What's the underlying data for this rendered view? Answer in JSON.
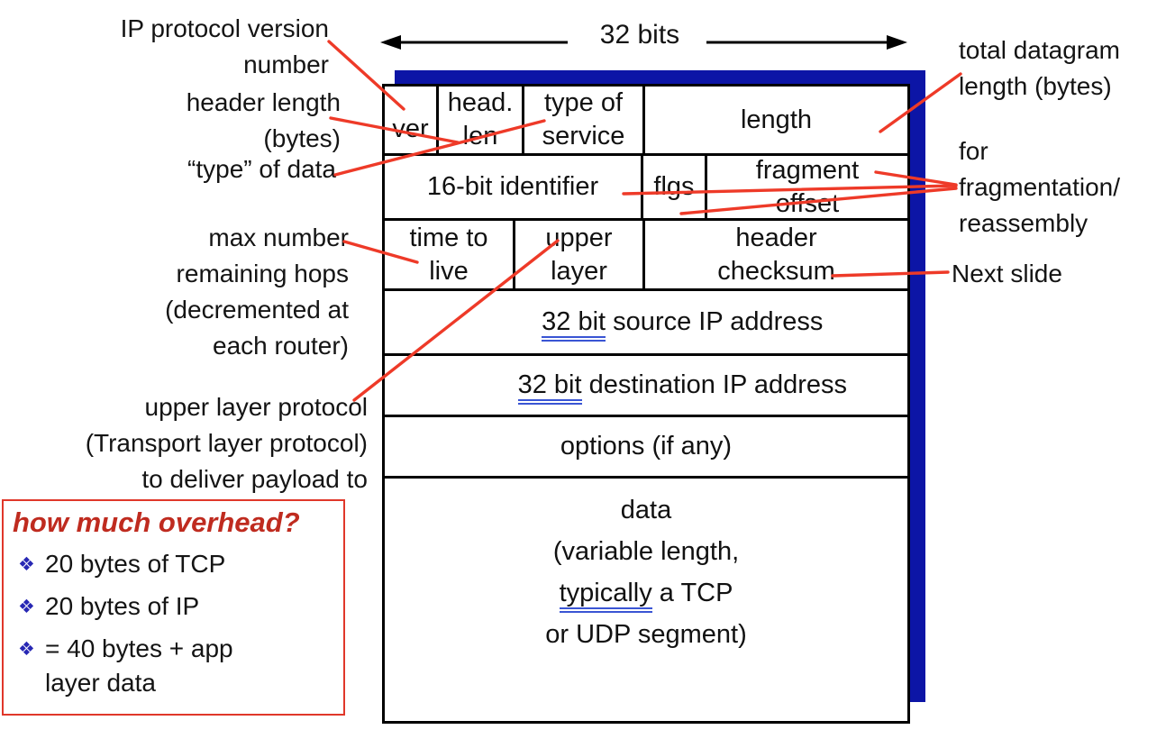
{
  "slide": {
    "top_caption": "32 bits",
    "annotations_left": {
      "version": "IP protocol version\nnumber",
      "header_length": "header length\n(bytes)",
      "type_of_data": "“type” of data",
      "max_hops": "max number\nremaining hops\n(decremented at\neach router)",
      "upper_layer_protocol": "upper layer protocol\n(Transport layer protocol)\nto deliver payload to"
    },
    "annotations_right": {
      "total_length": "total datagram\nlength (bytes)",
      "fragmentation": "for\nfragmentation/\nreassembly",
      "next_slide": "Next slide"
    },
    "datagram": {
      "row1": {
        "ver": "ver",
        "head_len": "head.\nlen",
        "type_of_service": "type of\nservice",
        "length": "length"
      },
      "row2": {
        "identifier": "16-bit identifier",
        "flags": "flgs",
        "fragment_offset": "fragment\noffset"
      },
      "row3": {
        "ttl": "time to\nlive",
        "upper_layer": "upper\nlayer",
        "checksum": "header\nchecksum"
      },
      "row4": {
        "underlined": "32 bit",
        "rest": " source IP address"
      },
      "row5": {
        "underlined": "32 bit",
        "rest": " destination IP address"
      },
      "row6": {
        "options": "options (if any)"
      },
      "row7": {
        "line1": "data",
        "line2": "(variable length,",
        "line3_underlined": "typically",
        "line3_rest": " a TCP",
        "line4": "or UDP segment)"
      }
    },
    "overhead_box": {
      "title": "how much overhead?",
      "bullet_marker": "❖",
      "bullets": [
        "20 bytes of TCP",
        "20 bytes of IP",
        "= 40 bytes + app\nlayer data"
      ]
    },
    "colors": {
      "callout_red": "#ee3a28",
      "shadow_blue": "#0c15a6",
      "underline_blue": "#3a55d4",
      "bullet_blue": "#2828b4",
      "title_red": "#bf2b1f",
      "box_border_red": "#e0372a"
    }
  }
}
